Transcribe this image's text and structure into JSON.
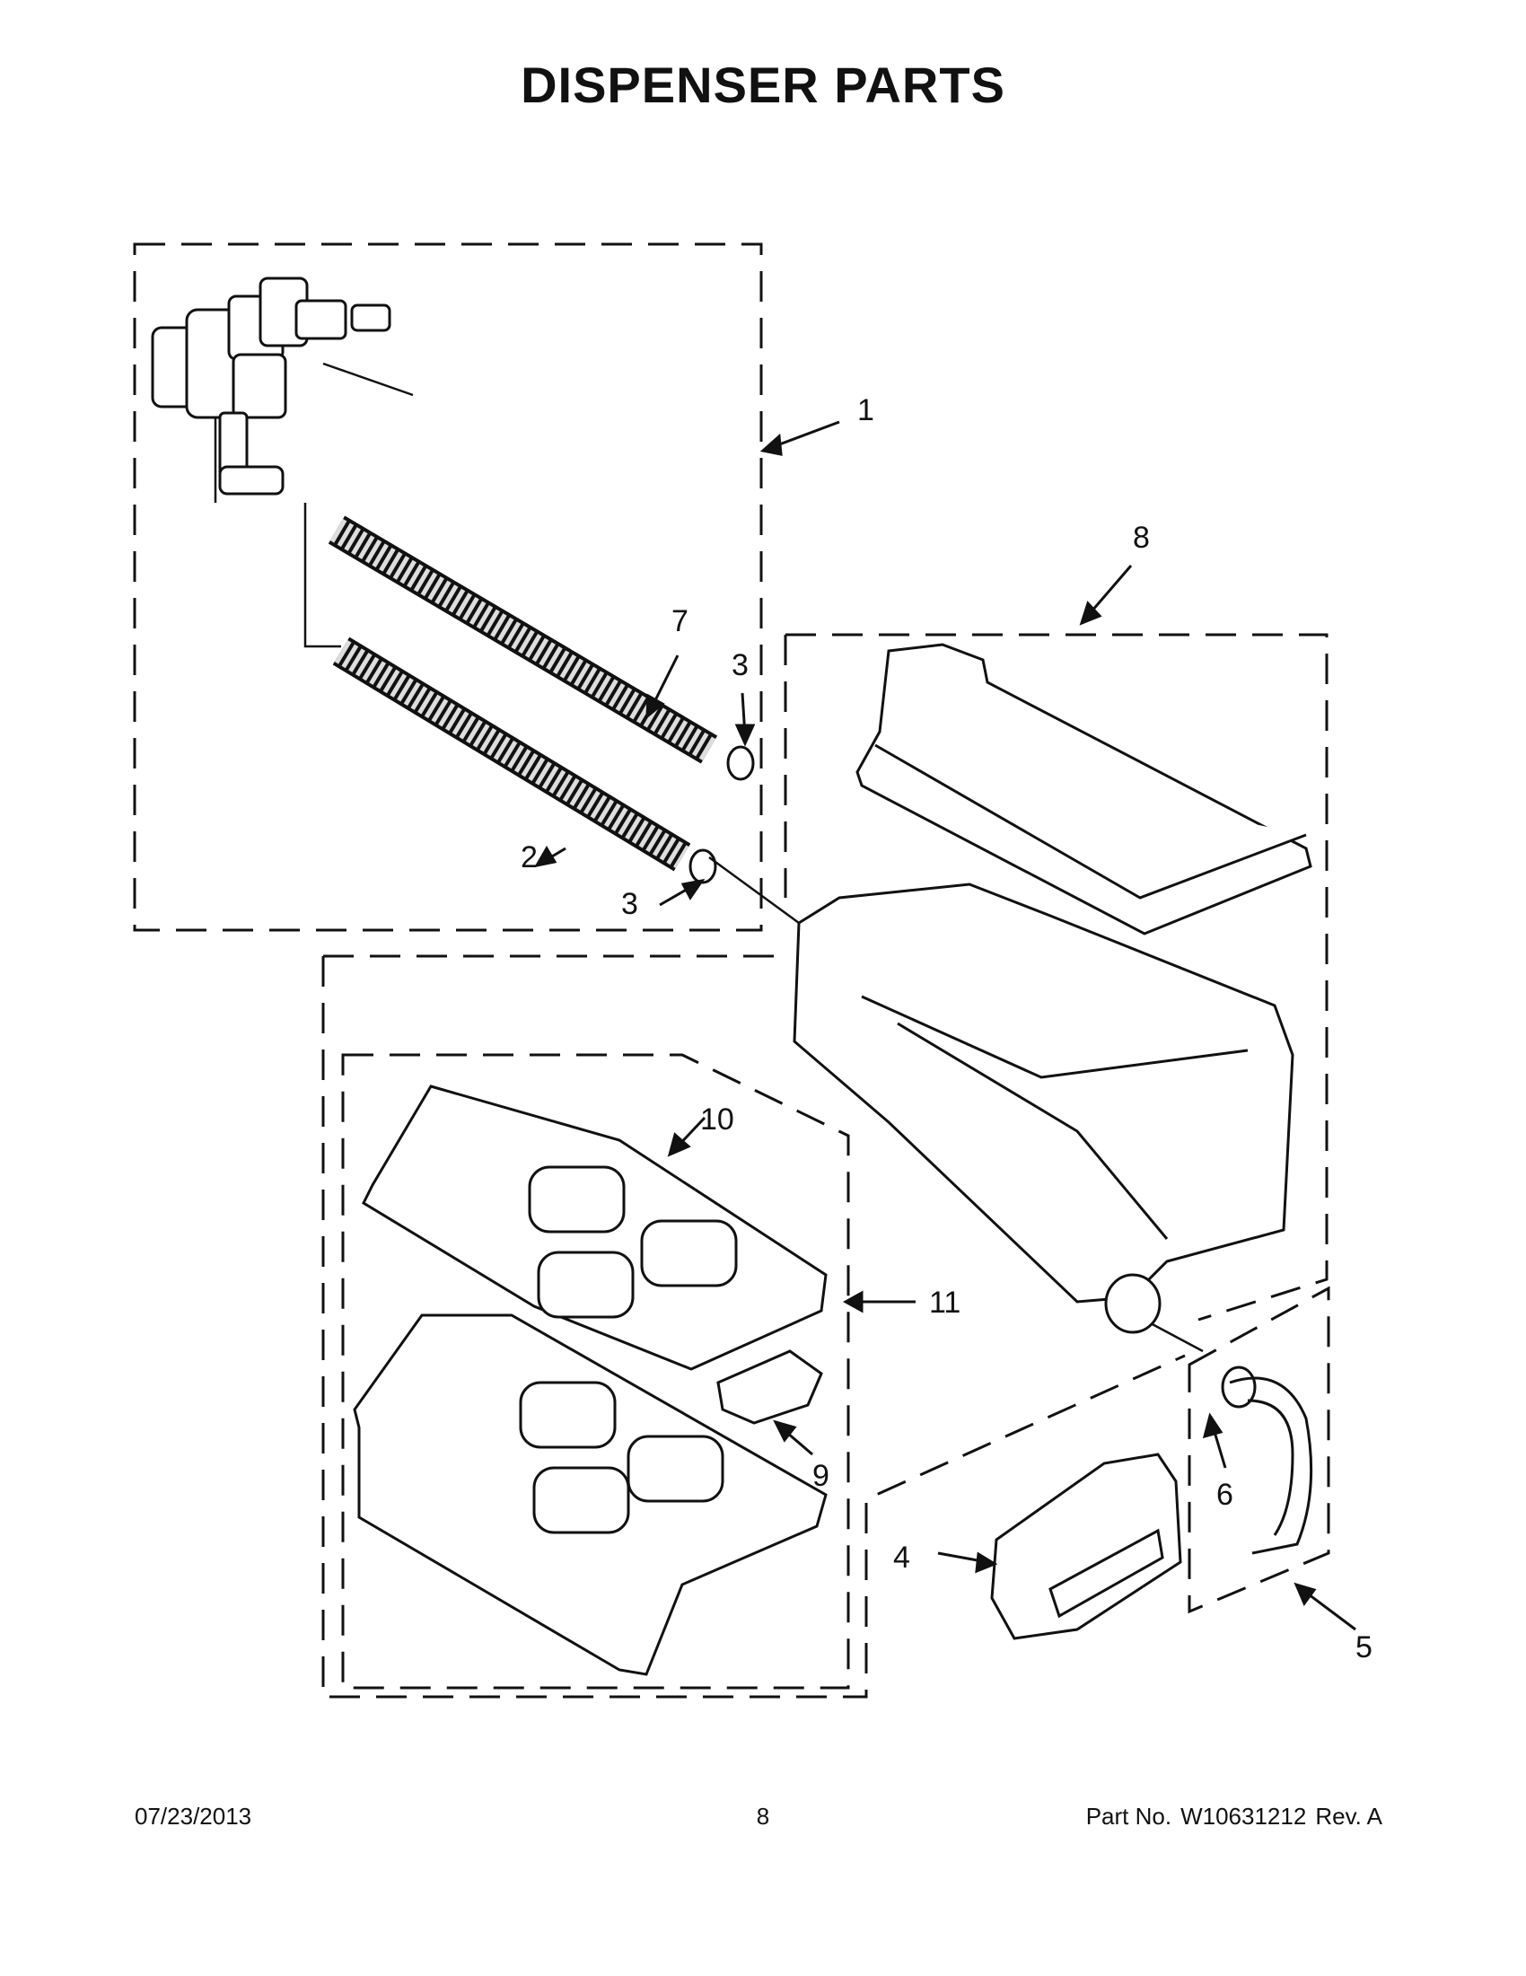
{
  "title": "DISPENSER PARTS",
  "callouts": [
    "1",
    "2",
    "3",
    "3",
    "4",
    "5",
    "6",
    "7",
    "8",
    "9",
    "10",
    "11"
  ],
  "footer": {
    "date": "07/23/2013",
    "page": "8",
    "part_label": "Part No.",
    "part_number": "W10631212",
    "revision": "Rev. A"
  }
}
